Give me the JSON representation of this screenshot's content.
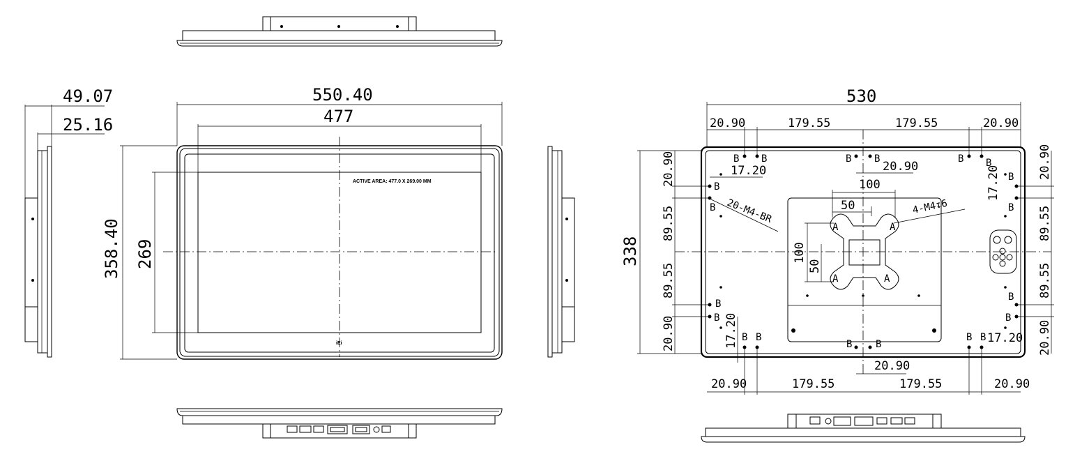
{
  "front": {
    "width_overall": "550.40",
    "width_active": "477",
    "height_overall": "358.40",
    "height_active": "269",
    "active_area_note": "ACTIVE AREA: 477.0 X 269.00 MM",
    "logo": "iEi"
  },
  "side": {
    "depth_overall": "49.07",
    "depth_mount": "25.16"
  },
  "rear": {
    "width_overall": "530",
    "height_overall": "338",
    "top_dims": [
      "20.90",
      "179.55",
      "179.55",
      "20.90"
    ],
    "bottom_dims": [
      "20.90",
      "179.55",
      "179.55",
      "20.90"
    ],
    "left_dims": [
      "20.90",
      "89.55",
      "89.55",
      "20.90"
    ],
    "right_dims": [
      "20.90",
      "89.55",
      "89.55",
      "20.90"
    ],
    "inner_20_90_top": "20.90",
    "inner_20_90_bottom": "20.90",
    "inner_17_20_a": "17.20",
    "inner_17_20_b": "17.20",
    "inner_17_20_c": "17.20",
    "inner_17_20_d": "17.20",
    "vesa_100_h": "100",
    "vesa_50_h": "50",
    "vesa_100_v": "100",
    "vesa_50_v": "50",
    "callout_b": "20-M4-BR",
    "callout_a": "4-M4↧6",
    "label_a": "A",
    "label_b": "B"
  }
}
